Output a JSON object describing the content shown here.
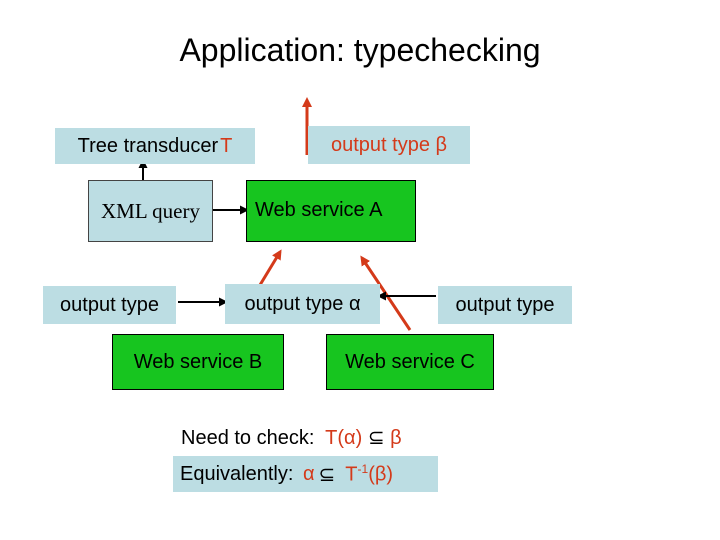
{
  "title": "Application: typechecking",
  "nodes": {
    "tree_transducer": {
      "label": "Tree transducer ",
      "symbol": "T"
    },
    "output_type_beta": "output type β",
    "xml_query": "XML query",
    "web_service_a": "Web service A",
    "output_type_left": "output type",
    "output_type_alpha": "output type α",
    "output_type_right": "output type",
    "web_service_b": "Web service B",
    "web_service_c": "Web service C"
  },
  "check": {
    "line1_prefix": "Need to check:  ",
    "line1_formula": "T(α)",
    "line1_subset": "⊆",
    "line1_beta": "β",
    "line2_prefix": "Equivalently: ",
    "line2_alpha": "α",
    "line2_subset": "⊆",
    "line2_t": "T",
    "line2_sup": "-1",
    "line2_beta": "(β)"
  },
  "colors": {
    "blue_box": "#bcdde3",
    "green_box": "#17c51f",
    "red_arrow": "#d43a1a",
    "red_text": "#d43a1a"
  }
}
